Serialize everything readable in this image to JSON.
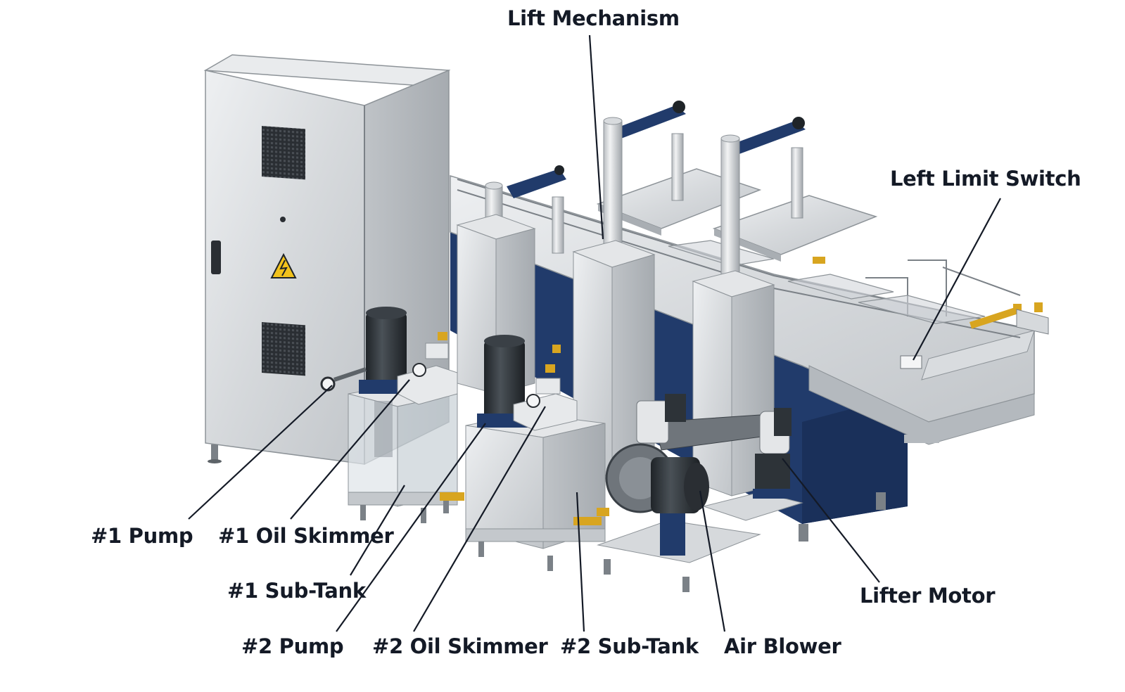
{
  "labels": {
    "lift_mechanism": "Lift Mechanism",
    "left_limit_switch": "Left Limit Switch",
    "pump_1": "#1 Pump",
    "oil_skimmer_1": "#1 Oil Skimmer",
    "sub_tank_1": "#1 Sub-Tank",
    "pump_2": "#2 Pump",
    "oil_skimmer_2": "#2 Oil Skimmer",
    "sub_tank_2": "#2 Sub-Tank",
    "air_blower": "Air Blower",
    "lifter_motor": "Lifter Motor"
  },
  "colors": {
    "steel_light": "#e6e8ea",
    "steel_mid": "#c4c8cc",
    "steel_dark": "#9aa0a6",
    "navy": "#213b6b",
    "motor_dark": "#2d3338",
    "brass": "#d8a520",
    "warning_yellow": "#f2c21b",
    "leader_line": "#141a26"
  }
}
